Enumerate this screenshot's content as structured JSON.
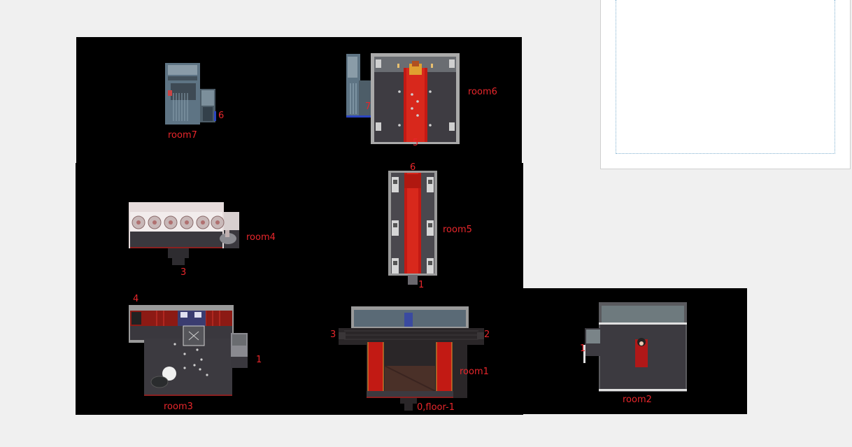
{
  "map": {
    "rooms": {
      "room1": {
        "label": "room1"
      },
      "room2": {
        "label": "room2"
      },
      "room3": {
        "label": "room3"
      },
      "room4": {
        "label": "room4"
      },
      "room5": {
        "label": "room5"
      },
      "room6": {
        "label": "room6"
      },
      "room7": {
        "label": "room7"
      }
    },
    "exits": {
      "room7_6": "6",
      "room6_7": "7",
      "room6_5": "5",
      "room5_6": "6",
      "room5_1": "1",
      "room4_3": "3",
      "room3_4": "4",
      "room3_1": "1",
      "room1_3": "3",
      "room1_2": "2",
      "room1_0": "0,floor-1",
      "room2_1": "1"
    },
    "colors": {
      "background": "#000000",
      "label": "#e8262b",
      "carpet": "#c21a14",
      "floor": "#3c3a40",
      "wall": "#6e7076",
      "water": "#5a7080"
    }
  }
}
